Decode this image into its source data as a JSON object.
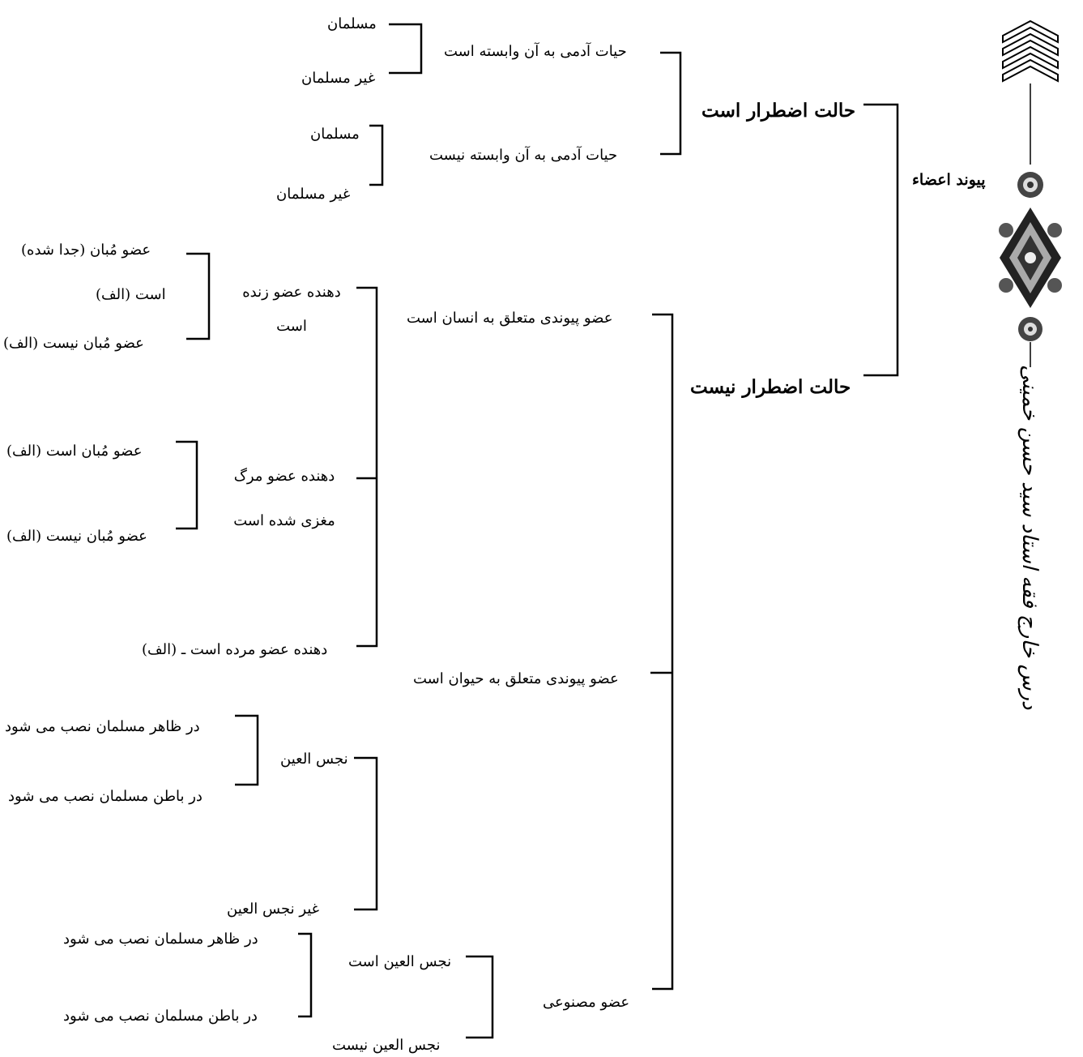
{
  "root": "پیوند اعضاء",
  "level1": {
    "necessity": "حالت اضطرار است",
    "no_necessity": "حالت اضطرار نیست"
  },
  "necessity_branch": {
    "life_dependent": "حیات آدمی به آن وابسته است",
    "life_dependent_children": [
      "مسلمان",
      "غیر مسلمان"
    ],
    "life_not_dependent": "حیات آدمی به آن وابسته نیست",
    "life_not_dependent_children": [
      "مسلمان",
      "غیر مسلمان"
    ]
  },
  "no_necessity_branch": {
    "human_organ": "عضو پیوندی متعلق به انسان است",
    "living_donor": [
      "دهنده عضو زنده",
      "است"
    ],
    "living_donor_children": [
      "عضو مُبان (جدا شده)",
      "است (الف)",
      "عضو مُبان نیست (الف)"
    ],
    "brain_dead_donor": [
      "دهنده عضو مرگ",
      "مغزی شده است"
    ],
    "brain_dead_children": [
      "عضو مُبان است (الف)",
      "عضو مُبان نیست (الف)"
    ],
    "dead_donor": "دهنده عضو مرده است ـ (الف)",
    "animal_organ": "عضو پیوندی متعلق به حیوان است",
    "najis": "نجس العین",
    "najis_children": [
      "در ظاهر مسلمان نصب می شود",
      "در باطن مسلمان نصب می شود"
    ],
    "not_najis": "غیر نجس العین",
    "artificial_organ": "عضو مصنوعی",
    "artificial_najis": "نجس العین است",
    "artificial_najis_children": [
      "در ظاهر مسلمان نصب می شود",
      "در باطن مسلمان نصب می شود"
    ],
    "artificial_not_najis": "نجس العین نیست"
  },
  "signature": "درس خارج فقه استاد سید حسن خمینی"
}
